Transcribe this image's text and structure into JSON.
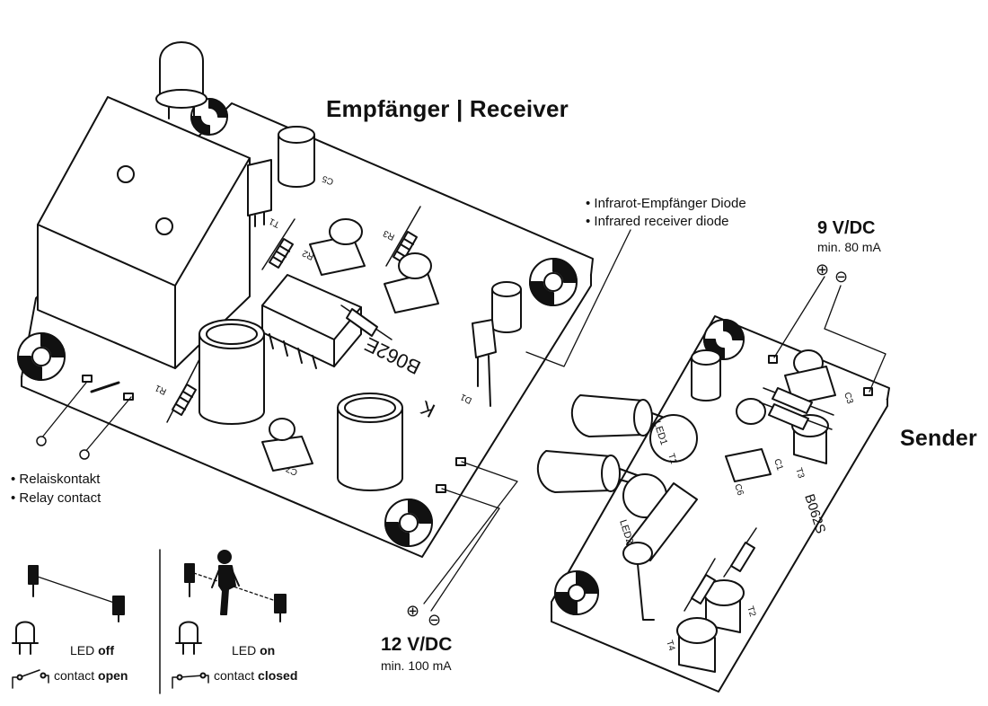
{
  "receiver": {
    "title": "Empfänger | Receiver",
    "board_code": "B062E",
    "board_prefix": "K",
    "parts": {
      "c5": "C5",
      "c7": "C7",
      "r1": "R1",
      "t1": "T1",
      "r2": "R2",
      "r3": "R3",
      "d1": "D1"
    }
  },
  "sender": {
    "title": "Sender",
    "board_code": "B062S",
    "parts": {
      "led1": "LED1",
      "led2": "LED2",
      "t1": "T1",
      "t2": "T2",
      "t3": "T3",
      "t4": "T4",
      "c1": "C1",
      "c3": "C3",
      "c6": "C6"
    }
  },
  "ir_diode": {
    "line1": "• Infrarot-Empfänger Diode",
    "line2": "• Infrared receiver diode"
  },
  "relay": {
    "line1": "• Relaiskontakt",
    "line2": "• Relay contact"
  },
  "supply_sender": {
    "voltage": "9 V/DC",
    "current": "min. 80 mA",
    "plus": "⊕",
    "minus": "⊖"
  },
  "supply_receiver": {
    "voltage": "12 V/DC",
    "current": "min. 100 mA",
    "plus": "⊕",
    "minus": "⊖"
  },
  "legend": {
    "off_led_prefix": "LED ",
    "off_led_state": "off",
    "off_contact_prefix": "contact ",
    "off_contact_state": "open",
    "on_led_prefix": "LED ",
    "on_led_state": "on",
    "on_contact_prefix": "contact ",
    "on_contact_state": "closed"
  }
}
